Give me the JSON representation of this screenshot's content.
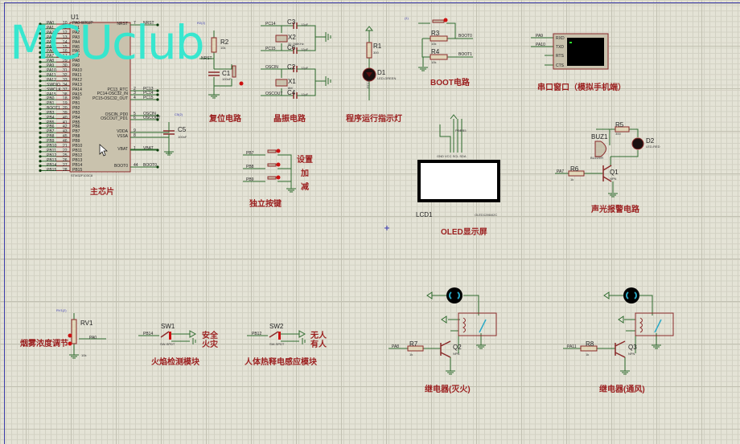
{
  "watermark": "MCUclub",
  "mcu": {
    "ref": "U1",
    "part": "STM32F103C8",
    "label": "主芯片",
    "left_pins_a": [
      {
        "net": "PA0",
        "num": "10",
        "name": "PA0-WKUP"
      },
      {
        "net": "PA1",
        "num": "11",
        "name": "PA1"
      },
      {
        "net": "PA2",
        "num": "12",
        "name": "PA2"
      },
      {
        "net": "PA3",
        "num": "13",
        "name": "PA3"
      },
      {
        "net": "PA4",
        "num": "14",
        "name": "PA4"
      },
      {
        "net": "PA5",
        "num": "15",
        "name": "PA5"
      },
      {
        "net": "PA6",
        "num": "16",
        "name": "PA6"
      },
      {
        "net": "PA7",
        "num": "17",
        "name": "PA7"
      },
      {
        "net": "PA8",
        "num": "29",
        "name": "PA8"
      },
      {
        "net": "PA9",
        "num": "30",
        "name": "PA9"
      },
      {
        "net": "PA10",
        "num": "31",
        "name": "PA10"
      },
      {
        "net": "PA11",
        "num": "32",
        "name": "PA11"
      },
      {
        "net": "PA12",
        "num": "33",
        "name": "PA12"
      },
      {
        "net": "SWDIO",
        "num": "34",
        "name": "PA13"
      },
      {
        "net": "SWCLK",
        "num": "37",
        "name": "PA14"
      },
      {
        "net": "PA15",
        "num": "38",
        "name": "PA15"
      }
    ],
    "left_pins_b": [
      {
        "net": "PB0",
        "num": "18",
        "name": "PB0"
      },
      {
        "net": "PB1",
        "num": "19",
        "name": "PB1"
      },
      {
        "net": "BOOT1",
        "num": "20",
        "name": "PB2"
      },
      {
        "net": "PB3",
        "num": "39",
        "name": "PB3"
      },
      {
        "net": "PB4",
        "num": "40",
        "name": "PB4"
      },
      {
        "net": "PB5",
        "num": "41",
        "name": "PB5"
      },
      {
        "net": "PB6",
        "num": "42",
        "name": "PB6"
      },
      {
        "net": "PB7",
        "num": "43",
        "name": "PB7"
      },
      {
        "net": "PB8",
        "num": "45",
        "name": "PB8"
      },
      {
        "net": "PB9",
        "num": "46",
        "name": "PB9"
      },
      {
        "net": "PB10",
        "num": "21",
        "name": "PB10"
      },
      {
        "net": "PB11",
        "num": "22",
        "name": "PB11"
      },
      {
        "net": "PB12",
        "num": "25",
        "name": "PB12"
      },
      {
        "net": "PB13",
        "num": "26",
        "name": "PB13"
      },
      {
        "net": "PB14",
        "num": "27",
        "name": "PB14"
      },
      {
        "net": "PB15",
        "num": "28",
        "name": "PB15"
      }
    ],
    "right_pins": [
      {
        "name": "NRST",
        "num": "7",
        "net": "NRST"
      },
      {
        "name": "PC13_RTC",
        "num": "2",
        "net": "PC13"
      },
      {
        "name": "PC14-OSC32_IN",
        "num": "3",
        "net": "PC14"
      },
      {
        "name": "PC15-OSC32_OUT",
        "num": "4",
        "net": "PC15"
      },
      {
        "name": "OSCIN_PD0",
        "num": "5",
        "net": "OSCIN"
      },
      {
        "name": "OSCOUT_PD1",
        "num": "6",
        "net": "OSCOUT"
      },
      {
        "name": "VDDA",
        "num": "9",
        "net": ""
      },
      {
        "name": "VSSA",
        "num": "8",
        "net": ""
      },
      {
        "name": "VBAT",
        "num": "1",
        "net": "VBAT"
      },
      {
        "name": "BOOT0",
        "num": "44",
        "net": "BOOT0"
      }
    ],
    "c5": {
      "ref": "C5",
      "value": "100nF",
      "probe": "C5(2)"
    }
  },
  "reset": {
    "label": "复位电路",
    "r_ref": "R2",
    "r_val": "10k",
    "c_ref": "C1",
    "c_val": "100nF",
    "net": "NRST",
    "probe": "R2(2)"
  },
  "crystal": {
    "label": "晶振电路",
    "x2": {
      "ref": "X2",
      "val": "32.768KHz",
      "net_a": "PC14",
      "net_b": "PC15",
      "c_a": "C3",
      "c_b": "C6",
      "cval": "12pF"
    },
    "x1": {
      "ref": "X1",
      "val": "8M",
      "net_a": "OSCIN",
      "net_b": "OSCOUT",
      "c_a": "C2",
      "c_b": "C4",
      "cval": "12pF"
    }
  },
  "run_led": {
    "label": "程序运行指示灯",
    "r_ref": "R1",
    "r_val": "300",
    "d_ref": "D1",
    "d_val": "LED-GREEN",
    "net": "PC13"
  },
  "boot": {
    "label": "BOOT电路",
    "r3": "R3",
    "r4": "R4",
    "rval": "10k",
    "net0": "BOOT0",
    "net1": "BOOT1",
    "probe": "(1)"
  },
  "uart": {
    "label": "串口窗口（模拟手机端）",
    "pins": [
      "RXD",
      "TXD",
      "RTS",
      "CTS"
    ],
    "nets": [
      "PA9",
      "PA10"
    ]
  },
  "buttons": {
    "label": "独立按键",
    "nets": [
      "PB7",
      "PB8",
      "PB9"
    ],
    "side": [
      "设置",
      "加",
      "减"
    ]
  },
  "oled": {
    "label": "OLED显示屏",
    "ref": "LCD1",
    "part": "OLED12864I2C",
    "pins": [
      "GND",
      "VCC",
      "SCL",
      "SDA"
    ],
    "nets": [
      "PB6",
      "PB5"
    ]
  },
  "alarm": {
    "label": "声光报警电路",
    "buz": "BUZ1",
    "buz_val": "BUZZER",
    "r5": "R5",
    "r5_val": "300",
    "d2": "D2",
    "d2_val": "LED-RED",
    "r6": "R6",
    "r6_val": "1k",
    "q1": "Q1",
    "q_type": "NPN",
    "net": "PA7"
  },
  "smoke": {
    "label": "烟雾浓度调节",
    "ref": "RV1",
    "val": "10k",
    "net": "PA0",
    "probe": "RV1(2)"
  },
  "flame": {
    "label": "火焰检测模块",
    "ref": "SW1",
    "part": "SW-SPDT",
    "net": "PB14",
    "out_a": "安全",
    "out_b": "火灾"
  },
  "pir": {
    "label": "人体热释电感应模块",
    "ref": "SW2",
    "part": "SW-SPDT",
    "net": "PB12",
    "out_a": "无人",
    "out_b": "有人"
  },
  "relay1": {
    "label": "继电器(灭火)",
    "r": "R7",
    "rval": "1k",
    "q": "Q2",
    "qtype": "NPN",
    "net": "PA8"
  },
  "relay2": {
    "label": "继电器(通风)",
    "r": "R8",
    "rval": "1k",
    "q": "Q3",
    "qtype": "NPN",
    "net": "PA11"
  },
  "colors": {
    "wire": "#2e6b2e",
    "label": "#9b1f1f",
    "component": "#9b1f1f",
    "body": "#c8c0a8",
    "watermark": "#2fe8cf",
    "border": "#3a3aa8"
  }
}
